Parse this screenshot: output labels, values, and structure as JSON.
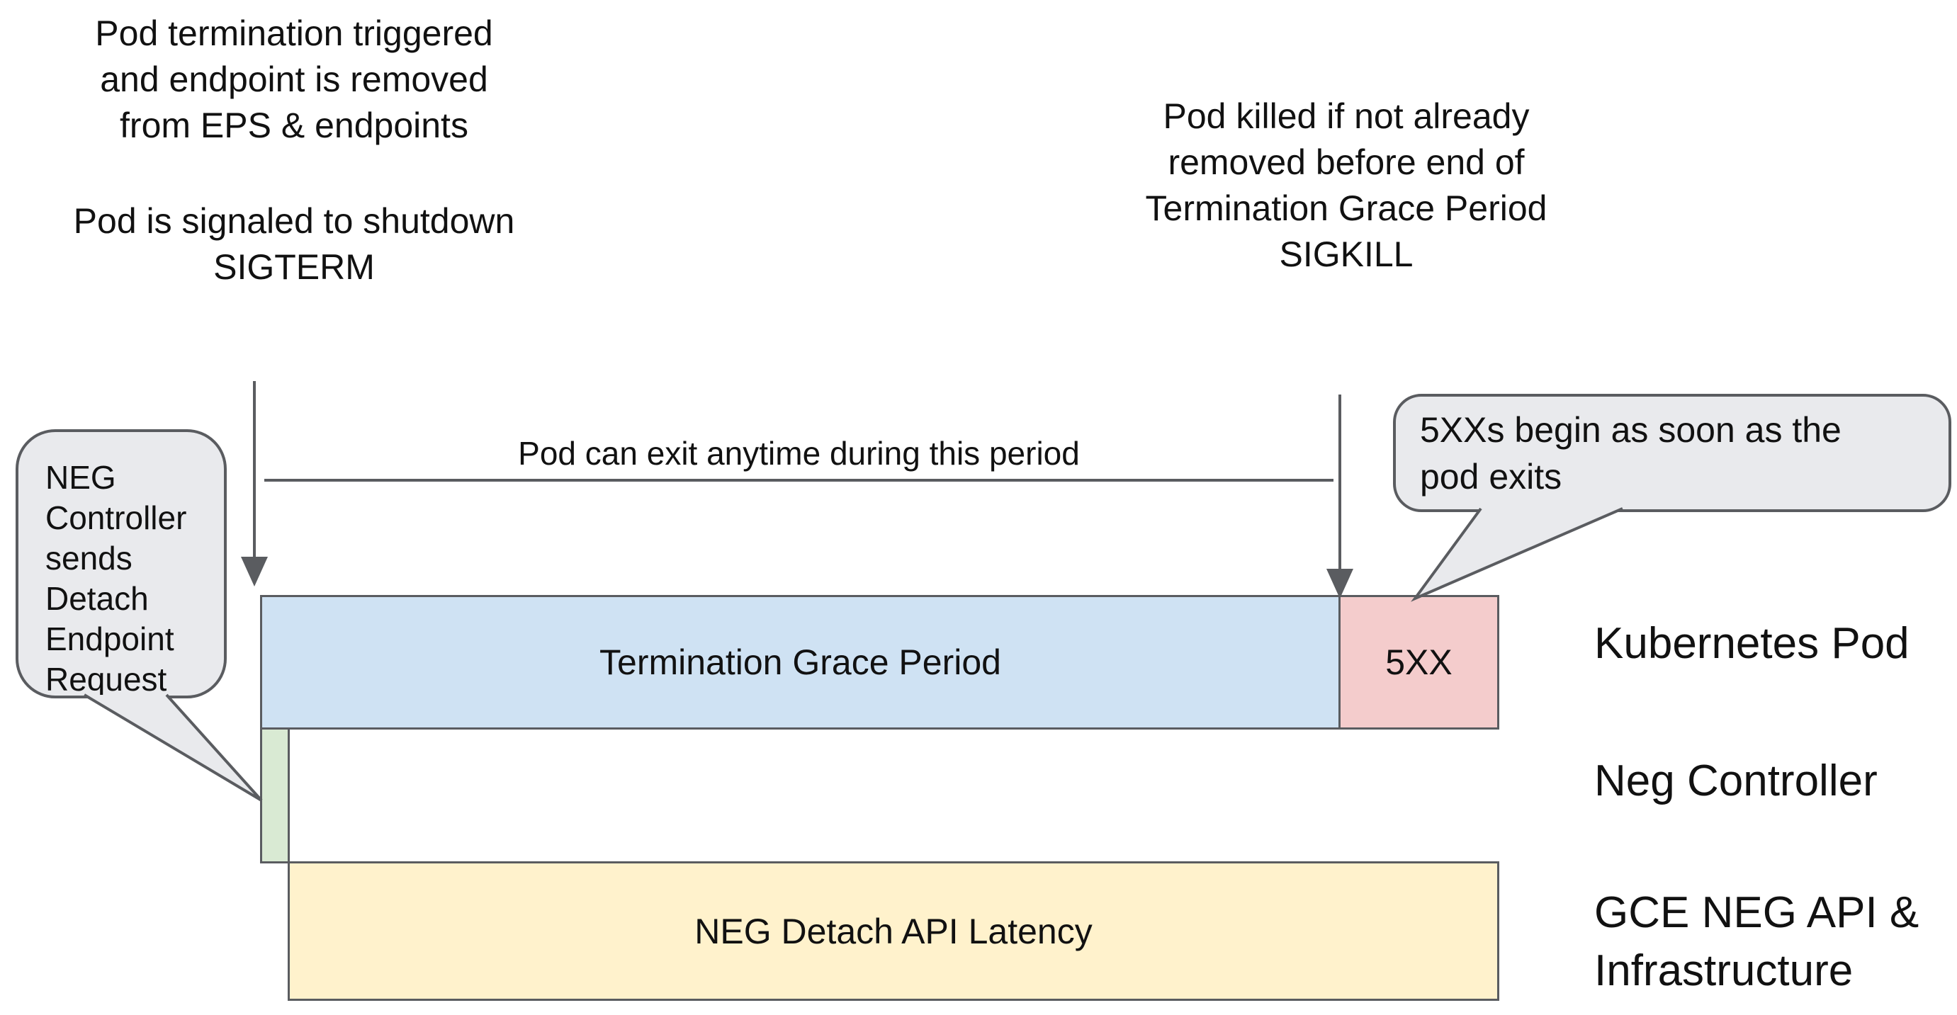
{
  "title": "Kubernetes Pod termination and NEG detach timeline diagram",
  "colors": {
    "background": "#ffffff",
    "stroke": "#5a5c60",
    "text": "#111111",
    "blue_bar": "#cfe2f3",
    "red_bar": "#f4cccc",
    "green_bar": "#d9ead3",
    "yellow_bar": "#fff2cc",
    "bubble_fill": "#e9eaed"
  },
  "annotations": {
    "top_left_p1": [
      "Pod termination triggered",
      "and endpoint is removed",
      "from EPS & endpoints"
    ],
    "top_left_p2": [
      "Pod is signaled to shutdown",
      "SIGTERM"
    ],
    "top_right": [
      "Pod killed if not already",
      "removed before end of",
      "Termination Grace Period",
      "SIGKILL"
    ],
    "period_label": "Pod can exit anytime during this period"
  },
  "callouts": {
    "neg_controller": [
      "NEG",
      "Controller",
      "sends",
      "Detach",
      "Endpoint",
      "Request"
    ],
    "five_xx": [
      "5XXs begin as soon as the",
      "pod exits"
    ]
  },
  "bars": {
    "termination_grace_period": "Termination Grace Period",
    "five_xx": "5XX",
    "neg_detach_api_latency": "NEG Detach API Latency"
  },
  "row_labels": {
    "kubernetes_pod": "Kubernetes Pod",
    "neg_controller": "Neg Controller",
    "gce_neg_line1": "GCE NEG API &",
    "gce_neg_line2": "Infrastructure"
  }
}
